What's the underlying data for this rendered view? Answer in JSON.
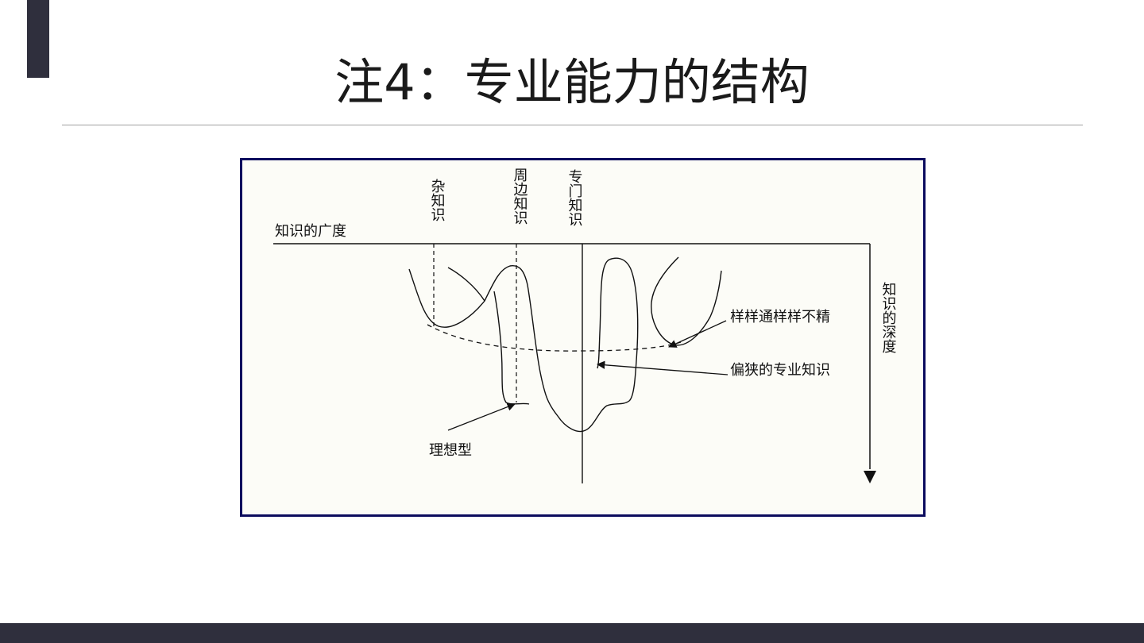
{
  "slide": {
    "title": "注4：专业能力的结构"
  },
  "diagram": {
    "labels": {
      "breadth_axis": "知识的广度",
      "depth_axis": "知识的深度",
      "misc_knowledge": "杂知识",
      "peripheral_knowledge": "周边知识",
      "specialized_knowledge": "专门知识",
      "jack_of_all_trades": "样样通样样不精",
      "narrow_specialist": "偏狭的专业知识",
      "ideal_type": "理想型"
    },
    "colors": {
      "frame": "#0b0b5e",
      "panel": "#fcfcf7",
      "ink": "#111111"
    }
  }
}
